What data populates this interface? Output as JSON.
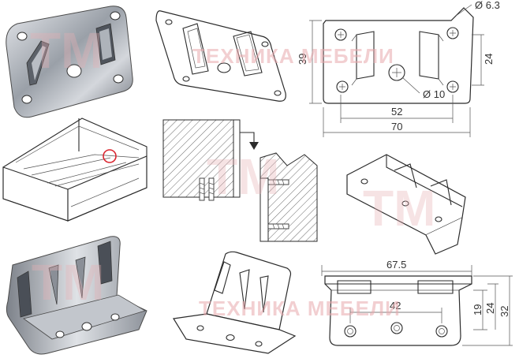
{
  "watermark": {
    "mark_text": "TM",
    "brand_text": "ТЕХНИКА МЕБЕЛИ"
  },
  "top_view": {
    "hole_diameter": "Ø 6.3",
    "center_diameter": "Ø 10",
    "height": "39",
    "slot_height": "24",
    "hole_spacing": "52",
    "total_width": "70"
  },
  "front_view": {
    "total_width": "67.5",
    "hole_spacing": "42",
    "dim_19": "19",
    "dim_24": "24",
    "dim_32": "32"
  },
  "colors": {
    "highlight_circle": "#d9252f",
    "metal_dark": "#5a5e66",
    "metal_light": "#c9ccd2",
    "wood_hatch": "#444444"
  }
}
